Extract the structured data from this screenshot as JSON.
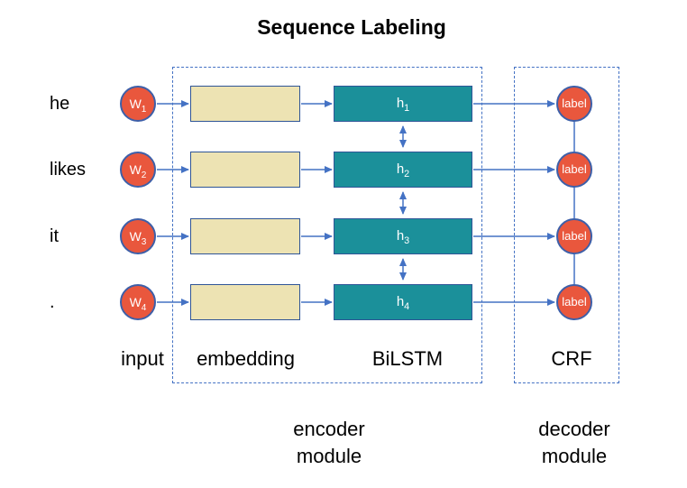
{
  "title": "Sequence Labeling",
  "colors": {
    "arrow_blue": "#4472C4",
    "dashed_border_blue": "#4472C4",
    "circle_node_fill": "#E9573D",
    "circle_node_border": "#3D5FA8",
    "embedding_box_fill": "#EDE3B3",
    "box_border": "#2F5597",
    "bilstm_box_fill": "#1B909A",
    "text": "#000000"
  },
  "rows": [
    {
      "word": "he",
      "input": {
        "base": "W",
        "sub": "1"
      },
      "hidden": {
        "base": "h",
        "sub": "1"
      },
      "output": "label"
    },
    {
      "word": "likes",
      "input": {
        "base": "W",
        "sub": "2"
      },
      "hidden": {
        "base": "h",
        "sub": "2"
      },
      "output": "label"
    },
    {
      "word": "it",
      "input": {
        "base": "W",
        "sub": "3"
      },
      "hidden": {
        "base": "h",
        "sub": "3"
      },
      "output": "label"
    },
    {
      "word": ".",
      "input": {
        "base": "W",
        "sub": "4"
      },
      "hidden": {
        "base": "h",
        "sub": "4"
      },
      "output": "label"
    }
  ],
  "column_labels": {
    "input": "input",
    "embedding": "embedding",
    "bilstm": "BiLSTM",
    "crf": "CRF"
  },
  "module_labels": {
    "encoder_line1": "encoder",
    "encoder_line2": "module",
    "decoder_line1": "decoder",
    "decoder_line2": "module"
  }
}
